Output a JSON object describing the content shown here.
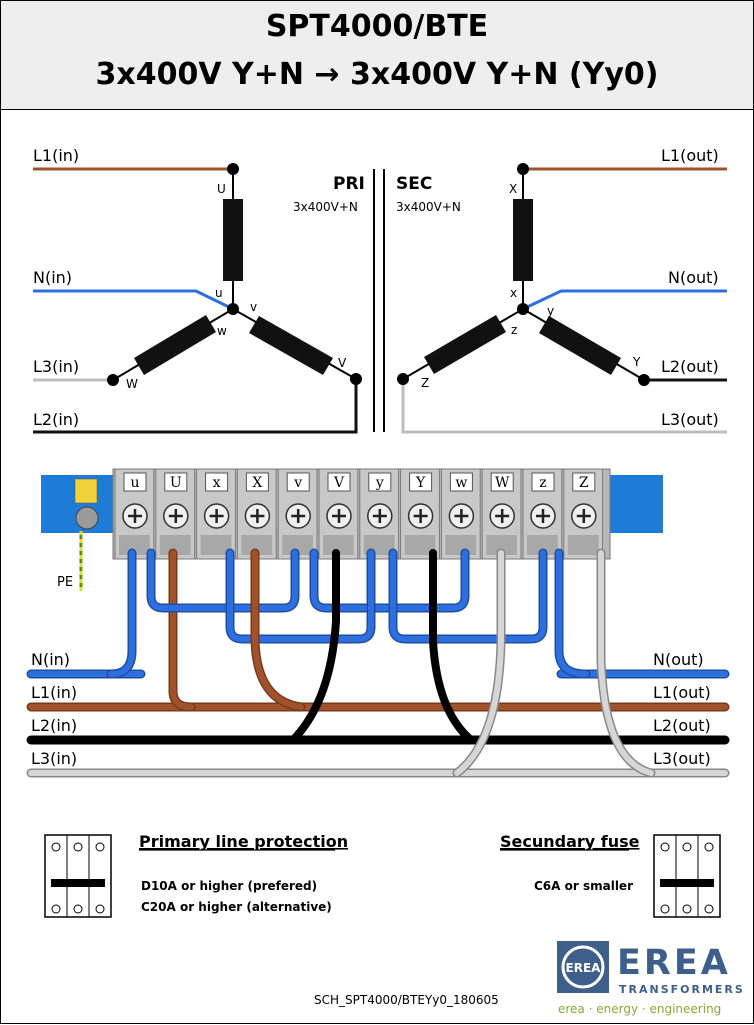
{
  "header": {
    "title": "SPT4000/BTE",
    "subtitle": "3x400V Y+N → 3x400V Y+N  (Yy0)"
  },
  "schematic": {
    "primary": {
      "label": "PRI",
      "voltage": "3x400V+N",
      "lines": [
        "L1(in)",
        "N(in)",
        "L3(in)",
        "L2(in)"
      ],
      "coil_top": "U",
      "coil_top_inner": "u",
      "coil_right": "V",
      "coil_right_inner": "v",
      "coil_left": "W",
      "coil_left_inner": "w"
    },
    "secondary": {
      "label": "SEC",
      "voltage": "3x400V+N",
      "lines": [
        "L1(out)",
        "N(out)",
        "L2(out)",
        "L3(out)"
      ],
      "coil_top": "X",
      "coil_top_inner": "x",
      "coil_right": "Y",
      "coil_right_inner": "y",
      "coil_left": "Z",
      "coil_left_inner": "z"
    }
  },
  "terminal_block": {
    "terminals": [
      "u",
      "U",
      "x",
      "X",
      "v",
      "V",
      "y",
      "Y",
      "w",
      "W",
      "z",
      "Z"
    ],
    "pe_label": "PE"
  },
  "wiring": {
    "left_labels": [
      "N(in)",
      "L1(in)",
      "L2(in)",
      "L3(in)"
    ],
    "right_labels": [
      "N(out)",
      "L1(out)",
      "L2(out)",
      "L3(out)"
    ]
  },
  "protection": {
    "primary_title": "Primary line protection",
    "primary_line1": "D10A or higher (prefered)",
    "primary_line2": "C20A or higher (alternative)",
    "secondary_title": "Secundary fuse",
    "secondary_line1": "C6A or smaller"
  },
  "footer": {
    "code": "SCH_SPT4000/BTEYy0_180605",
    "logo_name": "EREA",
    "logo_sub": "TRANSFORMERS",
    "logo_emblem": "EREA",
    "tagline": "erea · energy · engineering"
  },
  "colors": {
    "brown": "#a0522d",
    "blue": "#2e6fe0",
    "black": "#111111",
    "grey": "#bdbdbd",
    "block_blue": "#1e7bd8",
    "logo_blue": "#3e5f8a",
    "tagline_green": "#8aa83a"
  }
}
